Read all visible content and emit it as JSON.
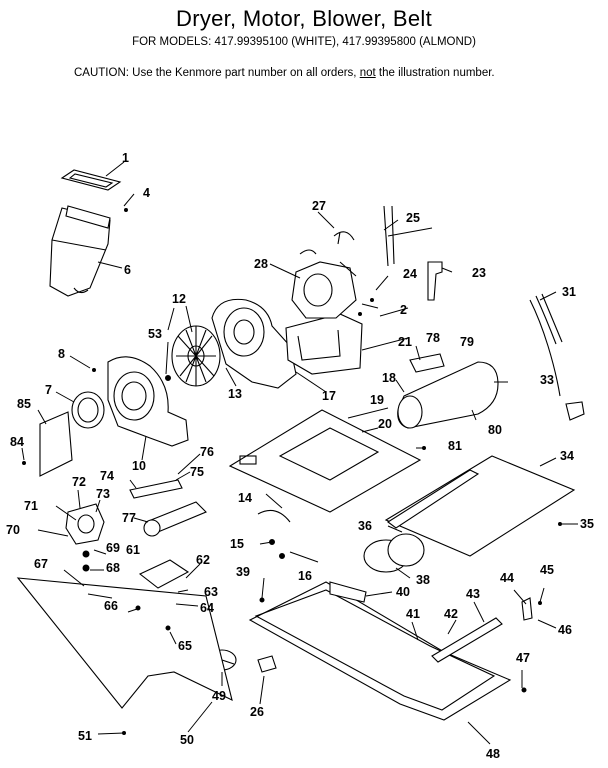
{
  "header": {
    "title": "Dryer, Motor, Blower, Belt",
    "models": "FOR MODELS:  417.99395100 (WHITE), 417.99395800 (ALMOND)",
    "caution_prefix": "CAUTION:  Use the Kenmore part number on all orders, ",
    "caution_not": "not",
    "caution_suffix": " the illustration number."
  },
  "parts": {
    "p1": "1",
    "p2": "2",
    "p4": "4",
    "p6": "6",
    "p7": "7",
    "p8": "8",
    "p10": "10",
    "p12": "12",
    "p13": "13",
    "p14": "14",
    "p15": "15",
    "p16": "16",
    "p17": "17",
    "p18": "18",
    "p19": "19",
    "p20": "20",
    "p21": "21",
    "p23": "23",
    "p24": "24",
    "p25": "25",
    "p26": "26",
    "p27": "27",
    "p28": "28",
    "p31": "31",
    "p33": "33",
    "p34": "34",
    "p35": "35",
    "p36": "36",
    "p38": "38",
    "p39": "39",
    "p40": "40",
    "p41": "41",
    "p42": "42",
    "p43": "43",
    "p44": "44",
    "p45": "45",
    "p46": "46",
    "p47": "47",
    "p48": "48",
    "p49": "49",
    "p50": "50",
    "p51": "51",
    "p53": "53",
    "p61": "61",
    "p62": "62",
    "p63": "63",
    "p64": "64",
    "p65": "65",
    "p66": "66",
    "p67": "67",
    "p68": "68",
    "p69": "69",
    "p70": "70",
    "p71": "71",
    "p72": "72",
    "p73": "73",
    "p74": "74",
    "p75": "75",
    "p76": "76",
    "p77": "77",
    "p78": "78",
    "p79": "79",
    "p80": "80",
    "p81": "81",
    "p84": "84",
    "p85": "85"
  }
}
